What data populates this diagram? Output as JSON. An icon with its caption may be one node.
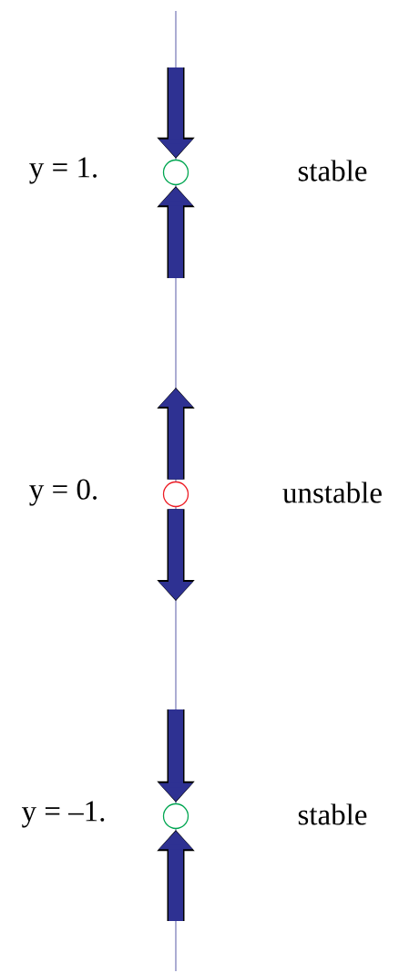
{
  "diagram": {
    "nodes": [
      {
        "text": [],
        "shape": "circle",
        "beside": [
          "y = 1.",
          "stable"
        ]
      },
      {
        "text": [],
        "shape": "circle",
        "beside": [
          "y = 0.",
          "unstable"
        ]
      },
      {
        "text": [],
        "shape": "circle",
        "beside": [
          "y = –1.",
          "stable"
        ]
      }
    ],
    "edges": [
      {
        "from": null,
        "to": 0,
        "arrow": "to"
      },
      {
        "from": null,
        "to": 0,
        "arrow": "to"
      },
      {
        "from": 1,
        "to": null,
        "arrow": "to"
      },
      {
        "from": 1,
        "to": null,
        "arrow": "to"
      },
      {
        "from": null,
        "to": 2,
        "arrow": "to"
      },
      {
        "from": null,
        "to": 2,
        "arrow": "to"
      }
    ]
  }
}
